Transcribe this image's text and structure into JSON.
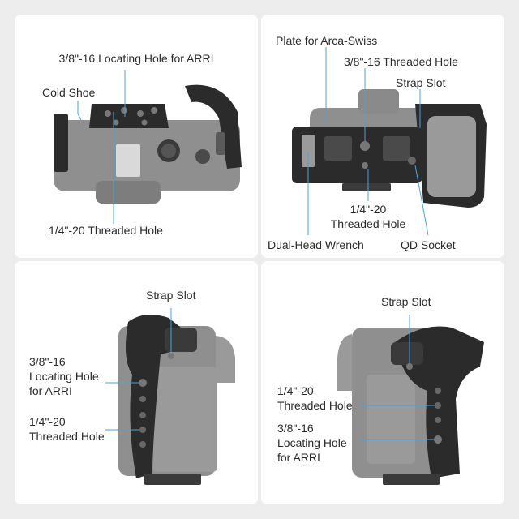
{
  "colors": {
    "page_background": "#ededed",
    "panel_background": "#ffffff",
    "callout_line": "#4aa3d8",
    "cage_dark": "#2b2b2b",
    "camera_gray": "#8f8f8f",
    "text": "#2a2a2a"
  },
  "panels": [
    {
      "id": "top-view",
      "labels": {
        "locating_hole": "3/8\"-16 Locating Hole for ARRI",
        "cold_shoe": "Cold Shoe",
        "threaded_hole": "1/4\"-20 Threaded Hole"
      }
    },
    {
      "id": "bottom-view",
      "labels": {
        "arca_plate": "Plate for Arca-Swiss",
        "threaded_hole_38": "3/8\"-16 Threaded Hole",
        "strap_slot": "Strap Slot",
        "threaded_hole_14_line1": "1/4\"-20",
        "threaded_hole_14_line2": "Threaded Hole",
        "wrench": "Dual-Head Wrench",
        "qd_socket": "QD Socket"
      }
    },
    {
      "id": "left-side-view",
      "labels": {
        "strap_slot": "Strap Slot",
        "locating_line1": "3/8\"-16",
        "locating_line2": "Locating Hole",
        "locating_line3": "for ARRI",
        "threaded_line1": "1/4\"-20",
        "threaded_line2": "Threaded Hole"
      }
    },
    {
      "id": "right-side-view",
      "labels": {
        "strap_slot": "Strap Slot",
        "threaded_line1": "1/4\"-20",
        "threaded_line2": "Threaded Hole",
        "locating_line1": "3/8\"-16",
        "locating_line2": "Locating Hole",
        "locating_line3": "for ARRI"
      }
    }
  ]
}
